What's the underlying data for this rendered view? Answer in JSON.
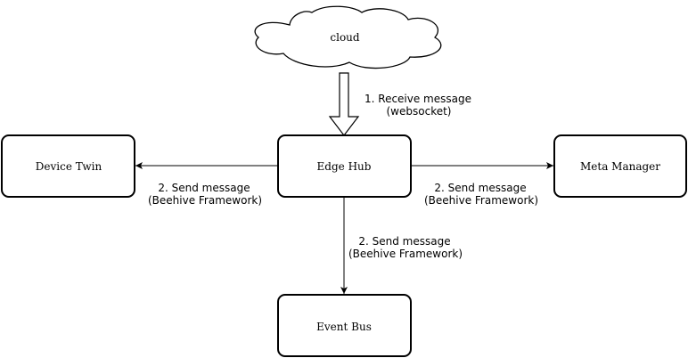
{
  "nodes": {
    "cloud": {
      "label": "cloud"
    },
    "edge_hub": {
      "label": "Edge Hub"
    },
    "device_twin": {
      "label": "Device Twin"
    },
    "meta_manager": {
      "label": "Meta Manager"
    },
    "event_bus": {
      "label": "Event Bus"
    }
  },
  "edges": {
    "receive": {
      "line1": "1. Receive  message",
      "line2": "(websocket)"
    },
    "to_device_twin": {
      "line1": "2. Send  message",
      "line2": "(Beehive Framework)"
    },
    "to_meta_manager": {
      "line1": "2. Send  message",
      "line2": "(Beehive Framework)"
    },
    "to_event_bus": {
      "line1": "2. Send  message",
      "line2": "(Beehive Framework)"
    }
  },
  "colors": {
    "stroke": "#000000",
    "fill": "#ffffff"
  }
}
